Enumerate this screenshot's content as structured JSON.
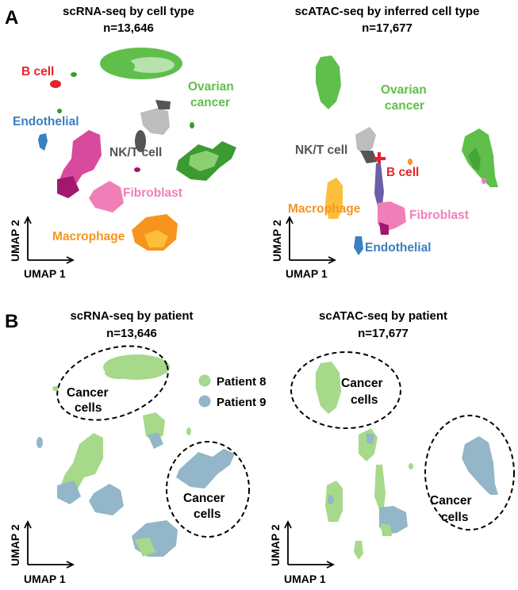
{
  "panels": [
    {
      "letter": "A",
      "left": {
        "title_line1": "scRNA-seq by cell type",
        "title_line2": "n=13,646",
        "labels": {
          "b_cell": "B cell",
          "endothelial": "Endothelial",
          "ovarian_line1": "Ovarian",
          "ovarian_line2": "cancer",
          "nkt": "NK/T cell",
          "fibroblast": "Fibroblast",
          "macrophage": "Macrophage"
        },
        "axis": {
          "y": "UMAP 2",
          "x": "UMAP 1"
        }
      },
      "right": {
        "title_line1": "scATAC-seq by inferred cell type",
        "title_line2": "n=17,677",
        "labels": {
          "ovarian_line1": "Ovarian",
          "ovarian_line2": "cancer",
          "nkt": "NK/T cell",
          "b_cell": "B cell",
          "macrophage": "Macrophage",
          "fibroblast": "Fibroblast",
          "endothelial": "Endothelial"
        },
        "axis": {
          "y": "UMAP 2",
          "x": "UMAP 1"
        }
      }
    },
    {
      "letter": "B",
      "left": {
        "title_line1": "scRNA-seq by patient",
        "title_line2": "n=13,646",
        "cancer_top": {
          "line1": "Cancer",
          "line2": "cells"
        },
        "cancer_right": {
          "line1": "Cancer",
          "line2": "cells"
        },
        "axis": {
          "y": "UMAP 2",
          "x": "UMAP 1"
        }
      },
      "right": {
        "title_line1": "scATAC-seq by patient",
        "title_line2": "n=17,677",
        "cancer_top": {
          "line1": "Cancer",
          "line2": "cells"
        },
        "cancer_right": {
          "line1": "Cancer",
          "line2": "cells"
        },
        "axis": {
          "y": "UMAP 2",
          "x": "UMAP 1"
        }
      },
      "legend": [
        {
          "label": "Patient 8",
          "color": "#a6d98a"
        },
        {
          "label": "Patient 9",
          "color": "#93b6c8"
        }
      ]
    }
  ],
  "colors": {
    "b_cell": "#e3242b",
    "endothelial": "#3a7fc1",
    "ovarian_cancer": "#5fbf4a",
    "ovarian_dark": "#3c9a32",
    "nkt": "#555555",
    "nkt_light": "#bdbdbd",
    "fibroblast": "#f07fb8",
    "fibroblast_dark": "#a0186f",
    "fibroblast_mid": "#d84a9e",
    "macrophage": "#f7941d",
    "macrophage_light": "#fbbf3a",
    "patient8": "#a6d98a",
    "patient9": "#93b6c8"
  }
}
